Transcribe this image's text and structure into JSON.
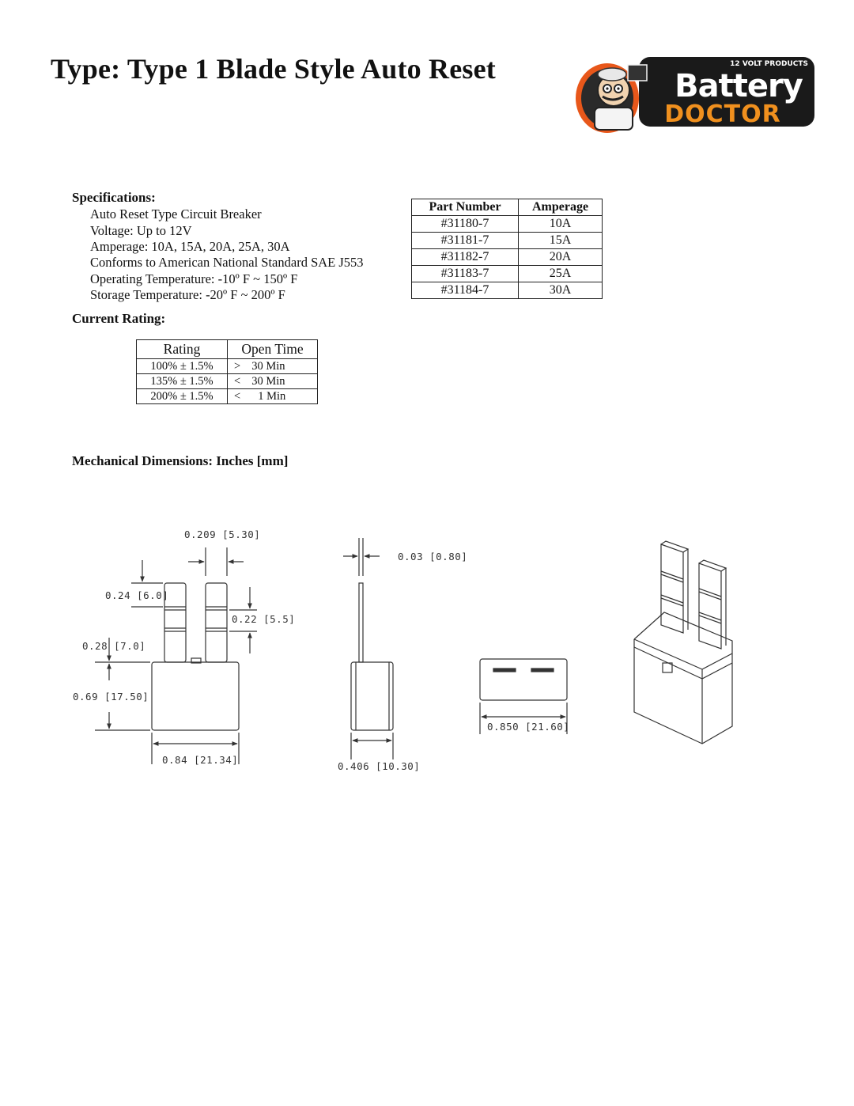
{
  "title": "Type: Type 1 Blade Style Auto Reset",
  "logo": {
    "tagline": "12 VOLT PRODUCTS",
    "line1": "Battery",
    "line2": "DOCTOR"
  },
  "specifications": {
    "heading": "Specifications:",
    "lines": [
      "Auto Reset Type Circuit Breaker",
      "Voltage:  Up to 12V",
      "Amperage:  10A, 15A, 20A, 25A, 30A",
      "Conforms to American National Standard SAE J553",
      "Operating Temperature:  -10º F ~ 150º F",
      "Storage Temperature:  -20º F ~ 200º F"
    ]
  },
  "parts_table": {
    "headers": [
      "Part Number",
      "Amperage"
    ],
    "rows": [
      [
        "#31180-7",
        "10A"
      ],
      [
        "#31181-7",
        "15A"
      ],
      [
        "#31182-7",
        "20A"
      ],
      [
        "#31183-7",
        "25A"
      ],
      [
        "#31184-7",
        "30A"
      ]
    ]
  },
  "current_rating": {
    "heading": "Current Rating:",
    "headers": [
      "Rating",
      "Open Time"
    ],
    "rows": [
      {
        "rating": "100% ± 1.5%",
        "symbol": ">",
        "time": "30 Min"
      },
      {
        "rating": "135% ± 1.5%",
        "symbol": "<",
        "time": "30 Min"
      },
      {
        "rating": "200% ± 1.5%",
        "symbol": "<",
        "time": "1 Min"
      }
    ]
  },
  "mechanical": {
    "heading": "Mechanical Dimensions:  Inches [mm]",
    "dimensions": {
      "blade_spacing": "0.209  [5.30]",
      "blade_tip": "0.24  [6.0]",
      "blade_mid": "0.22  [5.5]",
      "blade_base": "0.28  [7.0]",
      "body_height": "0.69  [17.50]",
      "body_width": "0.84  [21.34]",
      "blade_thickness": "0.03  [0.80]",
      "body_depth": "0.406  [10.30]",
      "top_width": "0.850  [21.60]"
    }
  }
}
